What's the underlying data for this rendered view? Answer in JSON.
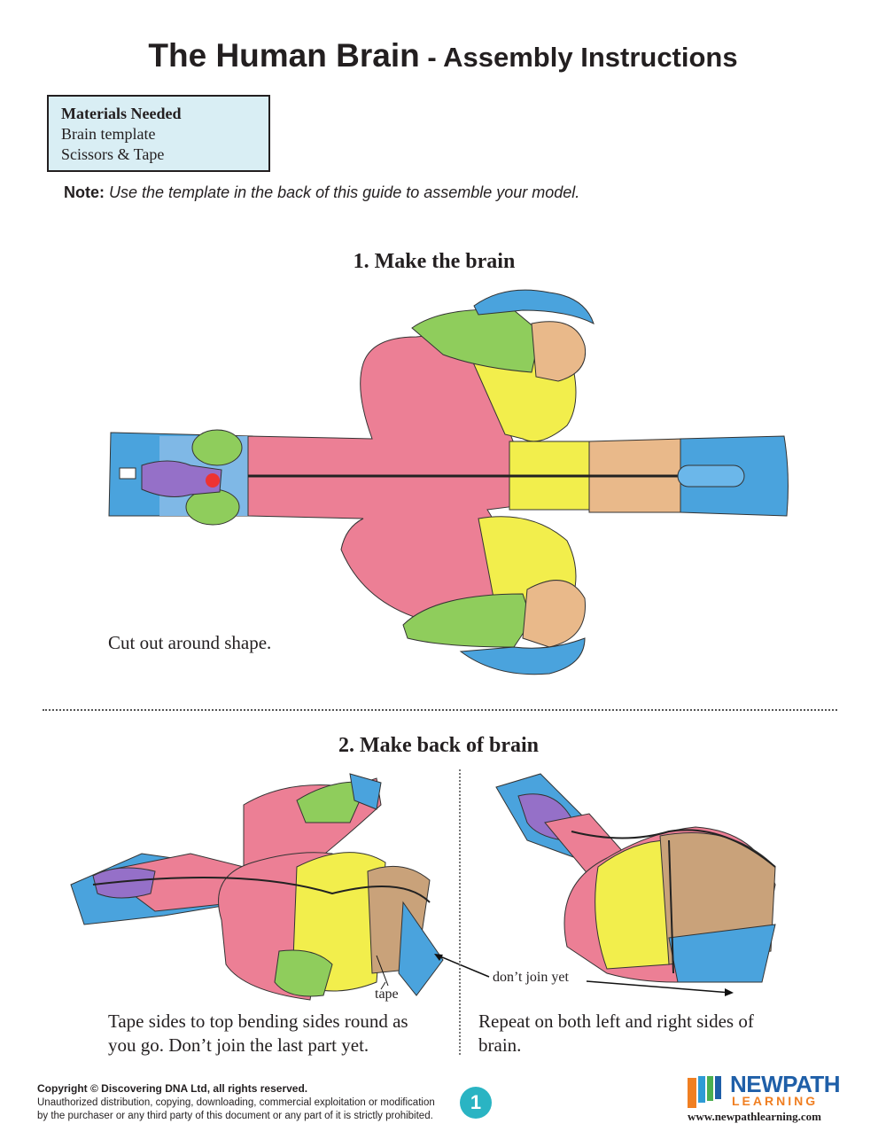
{
  "title": {
    "main": "The Human Brain",
    "separator": " - ",
    "sub": "Assembly Instructions"
  },
  "materials": {
    "heading": "Materials Needed",
    "items": [
      "Brain template",
      "Scissors & Tape"
    ]
  },
  "note": {
    "label": "Note:",
    "text": "Use the template in the back of this guide to assemble your model."
  },
  "step1": {
    "heading": "1.  Make the brain",
    "caption": "Cut out around shape."
  },
  "step2": {
    "heading": "2.  Make back of brain",
    "label_tape": "tape",
    "label_dont_join": "don’t join yet",
    "caption_left": "Tape sides to top bending sides round as you go. Don’t join the last part yet.",
    "caption_right": "Repeat on both left and right sides of brain."
  },
  "footer": {
    "copyright": "Copyright © Discovering DNA Ltd, all rights reserved.",
    "notice_line1": "Unauthorized distribution, copying, downloading, commercial exploitation or modification",
    "notice_line2": "by the purchaser or any third party of this document or any part of it is strictly prohibited.",
    "page_number": "1",
    "logo_top": "NEWPATH",
    "logo_bottom": "LEARNING",
    "url": "www.newpathlearning.com"
  },
  "colors": {
    "pink": "#ec7f95",
    "yellow": "#f2ee4c",
    "green": "#8fcd5c",
    "tan": "#e9b98a",
    "blue": "#4aa3dd",
    "purple": "#9570c8",
    "box_bg": "#d9eef4",
    "badge": "#2ab4c3"
  }
}
